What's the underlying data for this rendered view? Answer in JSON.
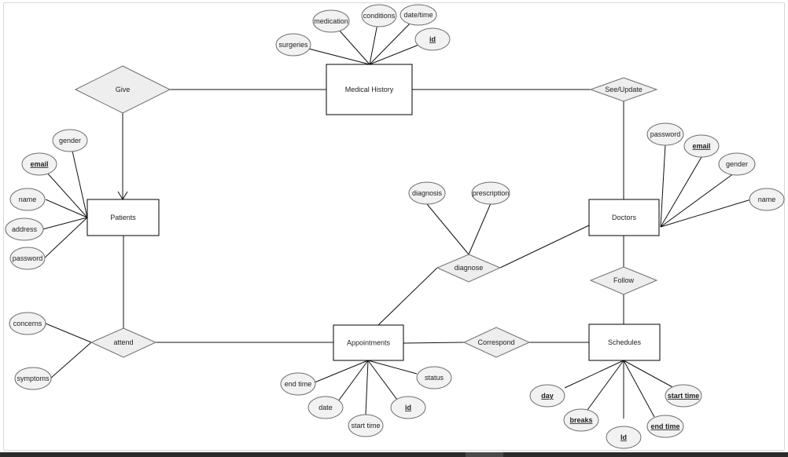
{
  "diagram": {
    "entities": {
      "medical_history": "Medical History",
      "patients": "Patients",
      "doctors": "Doctors",
      "appointments": "Appointments",
      "schedules": "Schedules"
    },
    "relationships": {
      "give": "Give",
      "see_update": "See/Update",
      "diagnose": "diagnose",
      "follow": "Follow",
      "attend": "attend",
      "correspond": "Correspond"
    },
    "attributes": {
      "medical_history": {
        "surgeries": "surgeries",
        "medication": "medication",
        "conditions": "conditions",
        "datetime": "date/time",
        "id": "id"
      },
      "patients": {
        "gender": "gender",
        "email": "email",
        "name": "name",
        "address": "address",
        "password": "password"
      },
      "doctors": {
        "password": "password",
        "email": "email",
        "gender": "gender",
        "name": "name"
      },
      "diagnose": {
        "diagnosis": "diagnosis",
        "prescription": "prescription"
      },
      "attend": {
        "concerns": "concerns",
        "symptoms": "symptoms"
      },
      "appointments": {
        "end_time": "end time",
        "date": "date",
        "start_time": "start time",
        "id": "id",
        "status": "status"
      },
      "schedules": {
        "day": "day",
        "breaks": "breaks",
        "id": "Id",
        "end_time": "end time",
        "start_time": "start time"
      }
    },
    "colors": {
      "relationship_fill": "#eeeeee",
      "attribute_fill": "#f2f2f2",
      "outline": "#6e6e6e",
      "line": "#111111"
    }
  }
}
